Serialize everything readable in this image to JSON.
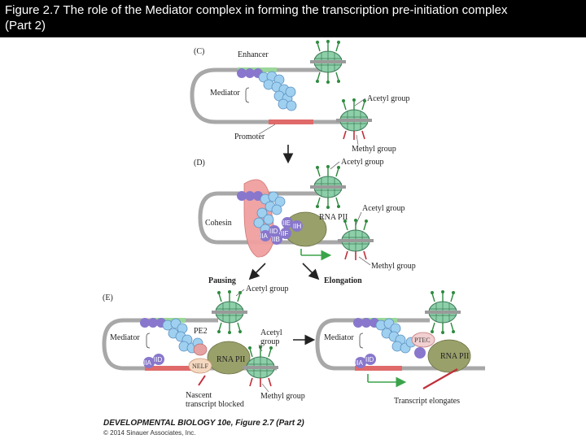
{
  "header": {
    "title_line1": "Figure 2.7  The role of the Mediator complex in forming the transcription pre-initiation complex",
    "title_line2": "(Part 2)"
  },
  "panels": {
    "C": {
      "letter": "(C)",
      "enhancer": "Enhancer",
      "mediator": "Mediator",
      "acetyl": "Acetyl group",
      "promoter": "Promoter",
      "methyl": "Methyl group"
    },
    "D": {
      "letter": "(D)",
      "acetyl_top": "Acetyl group",
      "acetyl_right": "Acetyl group",
      "cohesin": "Cohesin",
      "rna_pii": "RNA PII",
      "methyl": "Methyl group",
      "tf_iie": "IIE",
      "tf_iih": "IIH",
      "tf_iif": "IIF",
      "tf_iid": "IID",
      "tf_iia": "IIA",
      "tf_iib": "IIB"
    },
    "branch": {
      "pausing": "Pausing",
      "acetyl": "Acetyl group",
      "elongation": "Elongation"
    },
    "E": {
      "letter": "(E)",
      "left": {
        "mediator": "Mediator",
        "pe2": "PE2",
        "acetyl_line1": "Acetyl",
        "acetyl_line2": "group",
        "tf_iia": "IIA",
        "tf_iid": "IID",
        "nelf": "NELF",
        "rna_pii": "RNA PII",
        "nascent_line1": "Nascent",
        "nascent_line2": "transcript blocked",
        "methyl": "Methyl group"
      },
      "right": {
        "mediator": "Mediator",
        "ptec": "PTEC",
        "tf_iia": "IIA",
        "tf_iid": "IID",
        "rna_pii": "RNA PII",
        "transcript": "Transcript elongates"
      }
    }
  },
  "credit": {
    "line1": "DEVELOPMENTAL BIOLOGY 10e, Figure 2.7 (Part 2)",
    "line2": "© 2014 Sinauer Associates, Inc."
  },
  "colors": {
    "header_bg": "#000000",
    "dna_gray": "#a8a8a8",
    "mediator_blue": "#9fd0f0",
    "histone_green": "#8ccfa8",
    "enhancer_purple": "#8877cc",
    "promoter_red": "#e06a6a",
    "cohesin_pink": "#f0a0a0",
    "rna_pol_olive": "#99a06a",
    "arrow_green": "#3aa44a"
  }
}
